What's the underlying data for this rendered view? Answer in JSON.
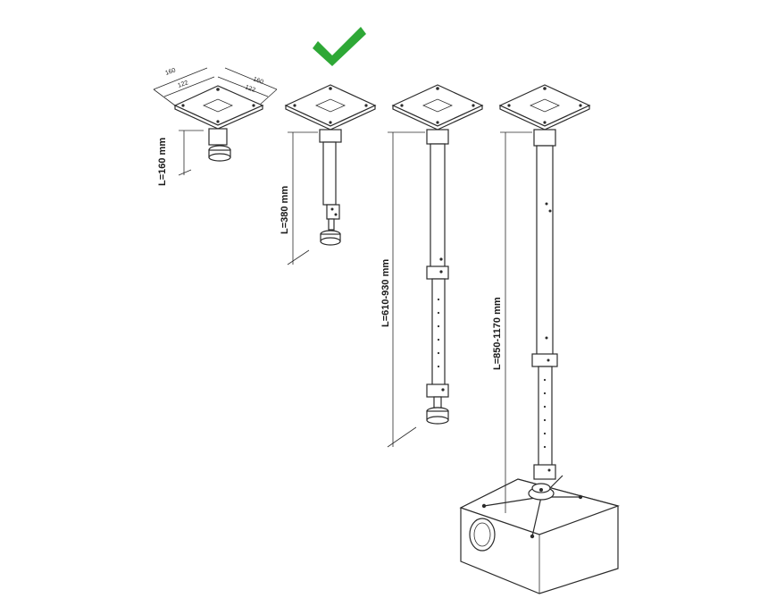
{
  "check_mark_color": "#2ea836",
  "check_mark_icon": "checkmark-icon",
  "mount_plate": {
    "width_outer": "160",
    "width_inner": "122",
    "depth_outer": "160",
    "depth_inner": "122"
  },
  "variants": [
    {
      "length_label": "L=160 mm",
      "selected": false
    },
    {
      "length_label": "L=380 mm",
      "selected": true
    },
    {
      "length_label": "L=610-930 mm",
      "selected": false
    },
    {
      "length_label": "L=850-1170 mm",
      "selected": false
    }
  ]
}
